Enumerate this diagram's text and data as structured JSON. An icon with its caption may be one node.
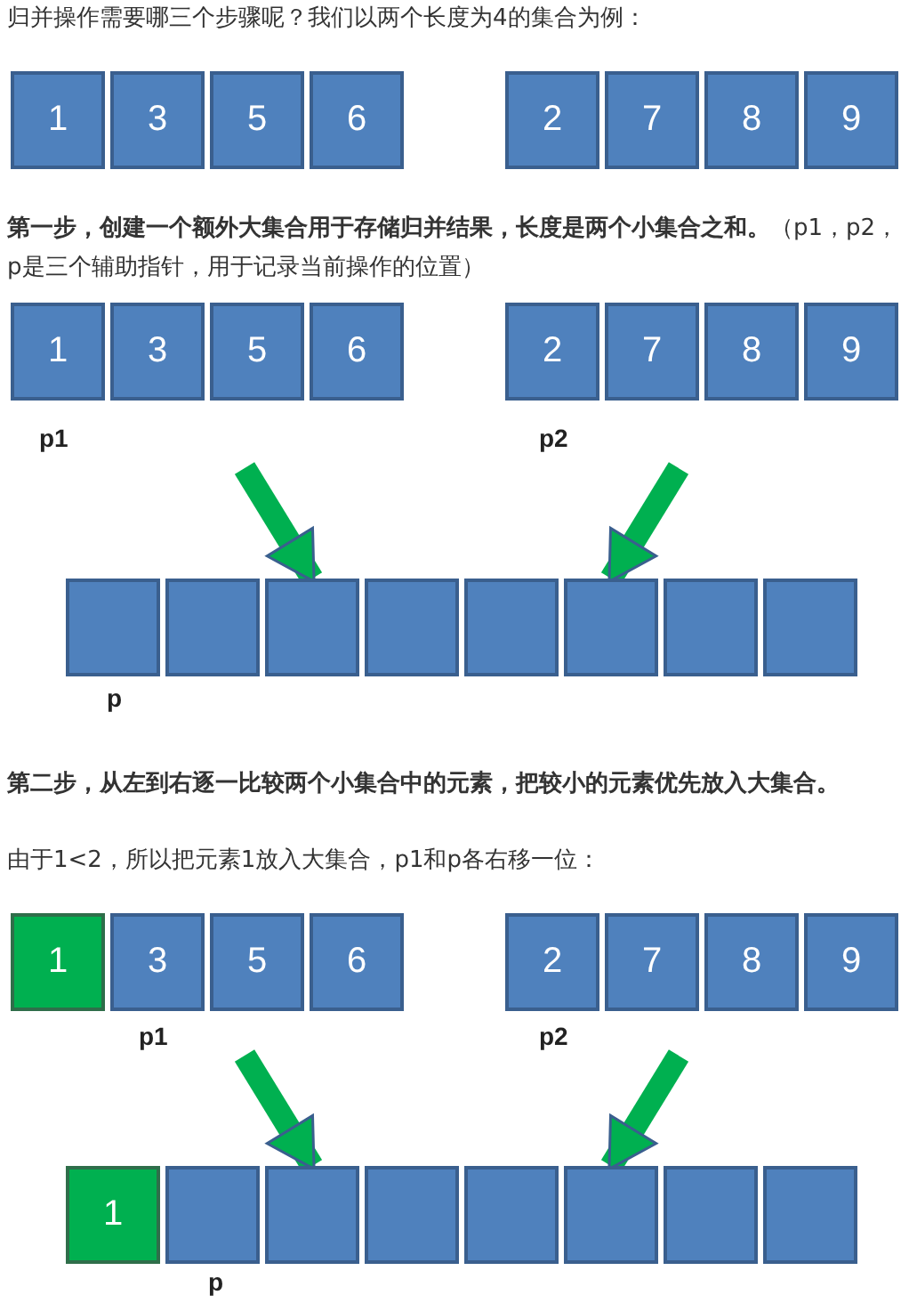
{
  "diagram": {
    "nodes": [
      {
        "text": [
          "1"
        ]
      },
      {
        "text": [
          "3"
        ]
      },
      {
        "text": [
          "5"
        ]
      },
      {
        "text": [
          "6"
        ]
      },
      {
        "text": [
          "2"
        ]
      },
      {
        "text": [
          "7"
        ]
      },
      {
        "text": [
          "8"
        ]
      },
      {
        "text": [
          "9"
        ]
      },
      {
        "text": [
          "1"
        ]
      },
      {
        "text": [
          "3"
        ]
      },
      {
        "text": [
          "5"
        ]
      },
      {
        "text": [
          "6"
        ]
      },
      {
        "text": [
          "2"
        ]
      },
      {
        "text": [
          "7"
        ]
      },
      {
        "text": [
          "8"
        ]
      },
      {
        "text": [
          "9"
        ]
      },
      {
        "text": [],
        "shape": "box"
      },
      {
        "text": [],
        "shape": "box"
      },
      {
        "text": [],
        "shape": "box"
      },
      {
        "text": [],
        "shape": "box"
      },
      {
        "text": [],
        "shape": "box"
      },
      {
        "text": [],
        "shape": "box"
      },
      {
        "text": [],
        "shape": "box"
      },
      {
        "text": [],
        "shape": "box"
      },
      {
        "text": [
          "1"
        ]
      },
      {
        "text": [
          "3"
        ]
      },
      {
        "text": [
          "5"
        ]
      },
      {
        "text": [
          "6"
        ]
      },
      {
        "text": [
          "2"
        ]
      },
      {
        "text": [
          "7"
        ]
      },
      {
        "text": [
          "8"
        ]
      },
      {
        "text": [
          "9"
        ]
      },
      {
        "text": [
          "1"
        ]
      },
      {
        "text": [],
        "shape": "box"
      },
      {
        "text": [],
        "shape": "box"
      },
      {
        "text": [],
        "shape": "box"
      },
      {
        "text": [],
        "shape": "box"
      },
      {
        "text": [],
        "shape": "box"
      },
      {
        "text": [],
        "shape": "box"
      },
      {
        "text": [],
        "shape": "box"
      }
    ],
    "edges": [
      {
        "from": null,
        "to": 18,
        "arrow": "to"
      },
      {
        "from": null,
        "to": 21,
        "arrow": "to"
      },
      {
        "from": null,
        "to": 34,
        "arrow": "to"
      },
      {
        "from": null,
        "to": 37,
        "arrow": "to"
      }
    ],
    "labels": [
      "归并操作需要哪三个步骤呢？我们以两个长度为4的集合为例：",
      "**第一步，创建一个额外大集合用于存储归并结果，长度是两个小集合之和。**（p1，p2，p是三个辅助指针，用于记录当前操作的位置）",
      "p1",
      "p2",
      "p",
      "第二步，从左到右逐一比较两个小集合中的元素，把较小的元素优先放入大集合。",
      "由于1<2，所以把元素1放入大集合，p1和p各右移一位：",
      "p1",
      "p2",
      "p"
    ]
  }
}
